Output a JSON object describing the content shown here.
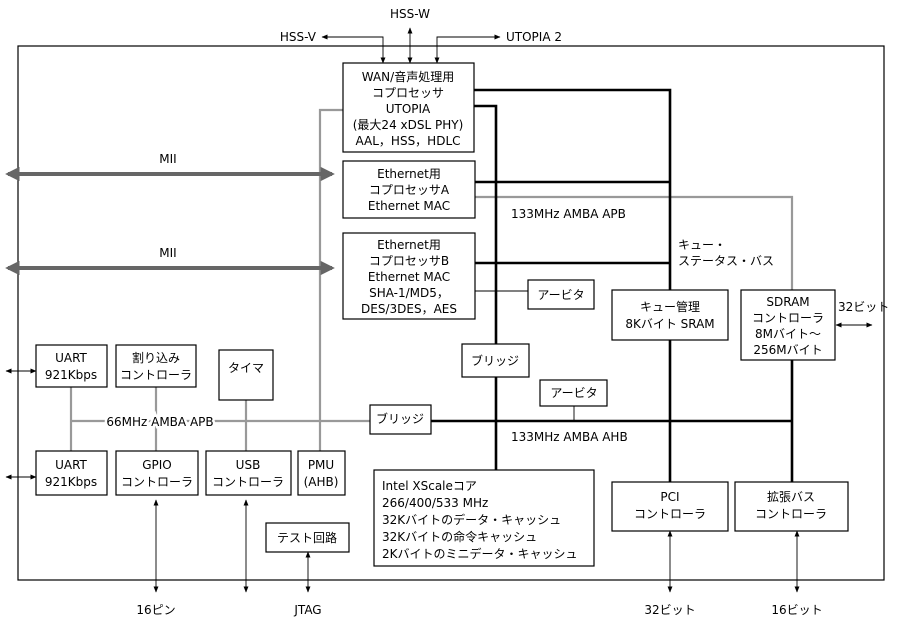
{
  "colors": {
    "bus_black": "#000000",
    "bus_gray": "#999999",
    "mii": "#666666"
  },
  "blocks": {
    "wan": [
      "WAN/音声処理用",
      "コプロセッサ",
      "UTOPIA",
      "(最大24 xDSL PHY)",
      "AAL，HSS，HDLC"
    ],
    "eth_a": [
      "Ethernet用",
      "コプロセッサA",
      "Ethernet MAC"
    ],
    "eth_b": [
      "Ethernet用",
      "コプロセッサB",
      "Ethernet MAC",
      "SHA-1/MD5，",
      "DES/3DES，AES"
    ],
    "arbiter_top": [
      "アービタ"
    ],
    "queue": [
      "キュー管理",
      "8Kバイト SRAM"
    ],
    "sdram": [
      "SDRAM",
      "コントローラ",
      "8Mバイト～",
      "256Mバイト"
    ],
    "bridge_upper": [
      "ブリッジ"
    ],
    "uart1": [
      "UART",
      "921Kbps"
    ],
    "interrupt": [
      "割り込み",
      "コントローラ"
    ],
    "timer": [
      "タイマ"
    ],
    "arbiter_bottom": [
      "アービタ"
    ],
    "bridge_lower": [
      "ブリッジ"
    ],
    "uart2": [
      "UART",
      "921Kbps"
    ],
    "gpio": [
      "GPIO",
      "コントローラ"
    ],
    "usb": [
      "USB",
      "コントローラ"
    ],
    "pmu": [
      "PMU",
      "(AHB)"
    ],
    "xscale": [
      "Intel XScaleコア",
      "266/400/533 MHz",
      "32Kバイトのデータ・キャッシュ",
      "32Kバイトの命令キャッシュ",
      "2Kバイトのミニデータ・キャッシュ"
    ],
    "pci": [
      "PCI",
      "コントローラ"
    ],
    "expansion": [
      "拡張バス",
      "コントローラ"
    ],
    "test": [
      "テスト回路"
    ]
  },
  "labels": {
    "hss_w": "HSS-W",
    "hss_v": "HSS-V",
    "utopia2": "UTOPIA 2",
    "mii_top": "MII",
    "mii_bottom": "MII",
    "apb_133": "133MHz AMBA APB",
    "queue_status_bus": [
      "キュー・",
      "ステータス・バス"
    ],
    "bits32_right": "32ビット",
    "apb_66": "66MHz AMBA APB",
    "ahb_133": "133MHz AMBA AHB",
    "pins16": "16ピン",
    "jtag": "JTAG",
    "bits32_bottom": "32ビット",
    "bits16_bottom": "16ビット"
  }
}
